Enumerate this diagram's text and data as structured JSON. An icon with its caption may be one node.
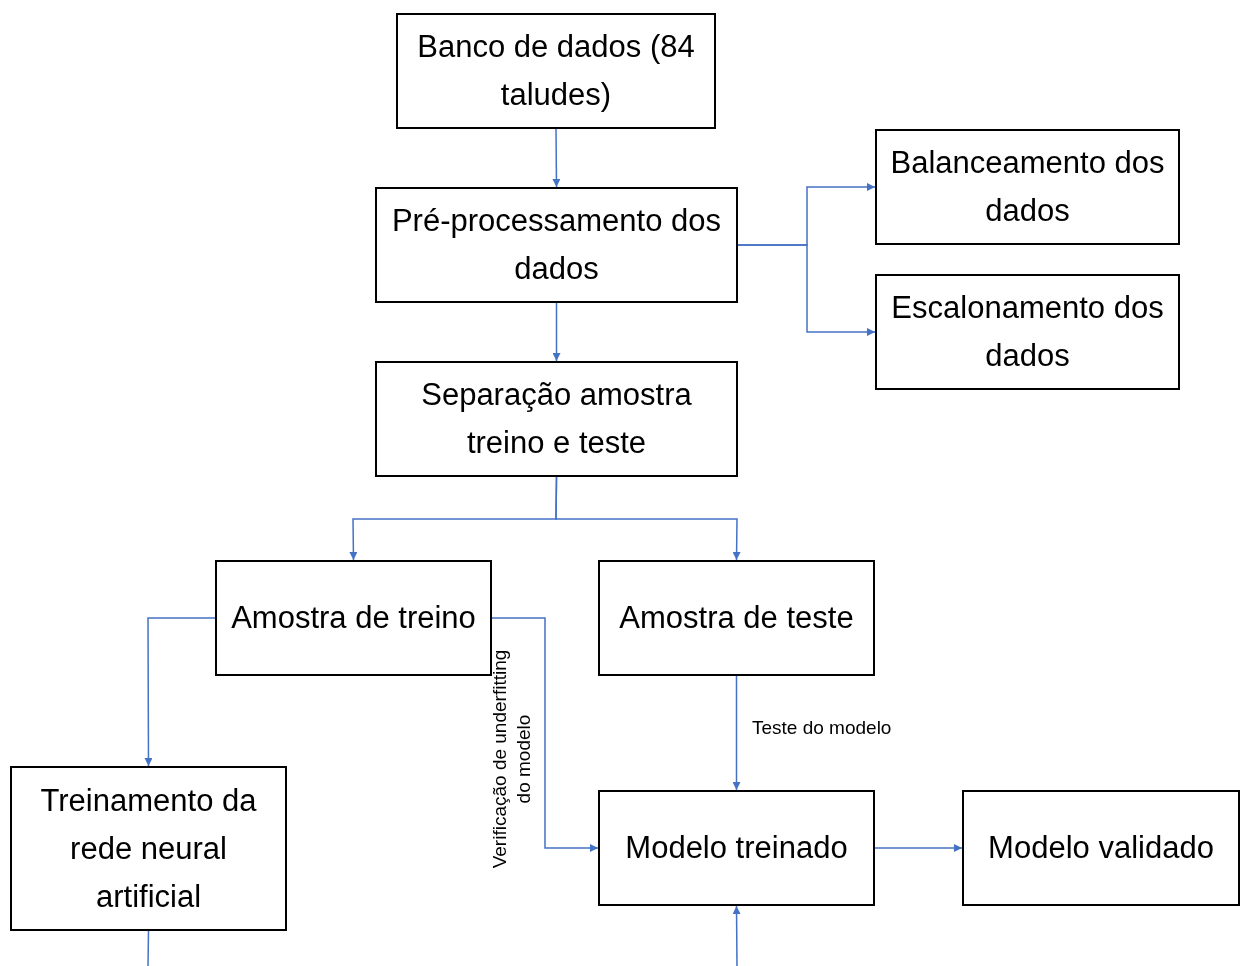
{
  "diagram": {
    "nodes": [
      {
        "text": [
          "Banco de dados (84 taludes)"
        ]
      },
      {
        "text": [
          "Pré-processamento dos dados"
        ]
      },
      {
        "text": [
          "Balanceamento dos dados"
        ]
      },
      {
        "text": [
          "Escalonamento dos dados"
        ]
      },
      {
        "text": [
          "Separação amostra treino e teste"
        ]
      },
      {
        "text": [
          "Amostra de treino"
        ]
      },
      {
        "text": [
          "Amostra de teste"
        ]
      },
      {
        "text": [
          "Treinamento da rede neural artificial"
        ]
      },
      {
        "text": [
          "Modelo treinado"
        ]
      },
      {
        "text": [
          "Modelo validado"
        ]
      }
    ],
    "edges": [
      {
        "from": 0,
        "to": 1,
        "arrow": "to"
      },
      {
        "from": 1,
        "to": 2,
        "arrow": "to"
      },
      {
        "from": 1,
        "to": 3,
        "arrow": "to"
      },
      {
        "from": 4,
        "to": 5,
        "arrow": "to"
      },
      {
        "from": 4,
        "to": 6,
        "arrow": "to"
      },
      {
        "from": 5,
        "to": 7,
        "arrow": "to"
      },
      {
        "from": 5,
        "to": 8,
        "arrow": "to",
        "label": "Verificação de underfitting do modelo"
      },
      {
        "from": 6,
        "to": 8,
        "arrow": "to",
        "label": "Teste do modelo"
      },
      {
        "from": 8,
        "to": 9,
        "arrow": "to"
      },
      {
        "from": 7,
        "to": null,
        "arrow": "none"
      },
      {
        "from": null,
        "to": 8,
        "arrow": "to"
      },
      {
        "from": 1,
        "to": 4,
        "arrow": "to"
      }
    ]
  }
}
